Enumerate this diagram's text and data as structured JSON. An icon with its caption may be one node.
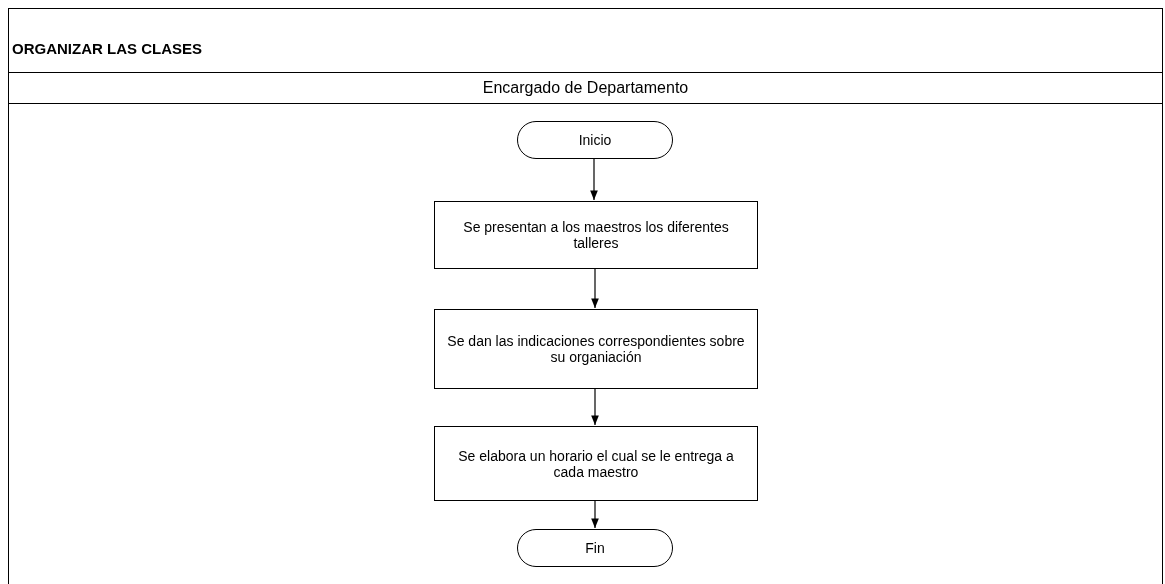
{
  "diagram": {
    "title": "ORGANIZAR LAS CLASES",
    "nodes": [
      {
        "text": [
          "Encargado de Departamento"
        ]
      },
      {
        "text": [
          "Inicio"
        ],
        "in": 0
      },
      {
        "text": [
          "Se presentan a los maestros los diferentes talleres"
        ],
        "in": 0
      },
      {
        "text": [
          "Se dan las indicaciones correspondientes sobre su organiación"
        ],
        "in": 0
      },
      {
        "text": [
          "Se elabora un horario el cual se le entrega a cada maestro"
        ],
        "in": 0
      },
      {
        "text": [
          "Fin"
        ],
        "in": 0
      }
    ],
    "edges": [
      {
        "from": 1,
        "to": 2,
        "arrow": "to"
      },
      {
        "from": 2,
        "to": 3,
        "arrow": "to"
      },
      {
        "from": 3,
        "to": 4,
        "arrow": "to"
      },
      {
        "from": 4,
        "to": 5,
        "arrow": "to"
      }
    ]
  }
}
